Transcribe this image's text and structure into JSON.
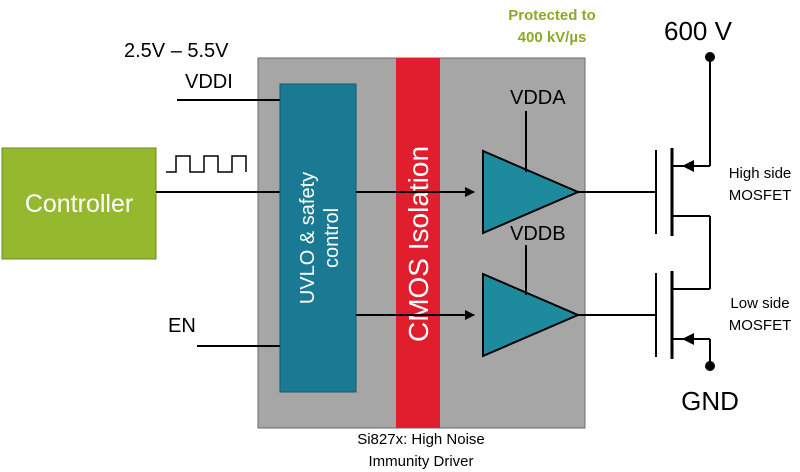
{
  "supply": {
    "range": "2.5V – 5.5V",
    "pin": "VDDI"
  },
  "protection": {
    "line1": "Protected to",
    "line2": "400 kV/µs"
  },
  "rail_high": "600 V",
  "rail_low": "GND",
  "controller": {
    "label": "Controller"
  },
  "enable_pin": "EN",
  "uvlo_block": {
    "label": "UVLO & safety control",
    "line1": "UVLO & safety",
    "line2": "control"
  },
  "isolation": {
    "label": "CMOS Isolation"
  },
  "driver_a": {
    "supply": "VDDA"
  },
  "driver_b": {
    "supply": "VDDB"
  },
  "mosfet_high": {
    "line1": "High side",
    "line2": "MOSFET"
  },
  "mosfet_low": {
    "line1": "Low side",
    "line2": "MOSFET"
  },
  "chip": {
    "line1": "Si827x: High Noise",
    "line2": "Immunity Driver"
  },
  "colors": {
    "chip_body": "#a6a6a6",
    "controller": "#95b82f",
    "uvlo": "#1a7a94",
    "isolation": "#e01e2d",
    "driver": "#1e8a9e",
    "accent_text": "#8aaa2a"
  }
}
